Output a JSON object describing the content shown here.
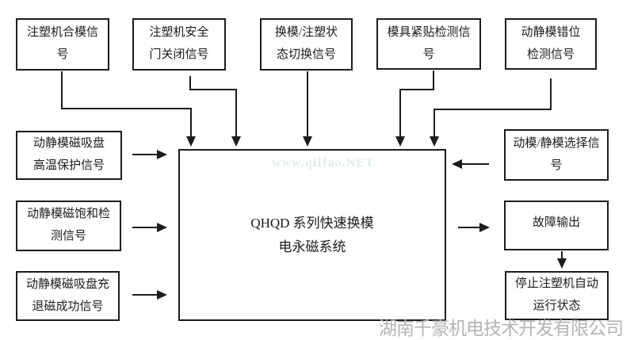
{
  "diagram": {
    "center_node": {
      "label": "QHQD 系列快速换模\n电永磁系统"
    },
    "top_nodes": [
      {
        "label": "注塑机合模信\n号"
      },
      {
        "label": "注塑机安全\n门关闭信号"
      },
      {
        "label": "换模/注塑状\n态切换信号"
      },
      {
        "label": "模具紧贴检测信\n号"
      },
      {
        "label": "动静模错位\n检测信号"
      }
    ],
    "left_nodes": [
      {
        "label": "动静模磁吸盘\n高温保护信号"
      },
      {
        "label": "动静模磁饱和检\n测信号"
      },
      {
        "label": "动静模磁吸盘充\n退磁成功信号"
      }
    ],
    "right_nodes": [
      {
        "label": "动模/静模选择信\n号"
      },
      {
        "label": "故障输出"
      },
      {
        "label": "停止注塑机自动\n运行状态"
      }
    ],
    "watermark_center": "www.qiHao.NET",
    "watermark_bottom": "湖南千豪机电技术开发有限公司",
    "colors": {
      "line": "#1c1c1c",
      "box_border": "#1c1c1c",
      "background": "#ffffff",
      "watermark_bottom": "#b5b5b5",
      "watermark_center": "#e3eeea"
    }
  }
}
